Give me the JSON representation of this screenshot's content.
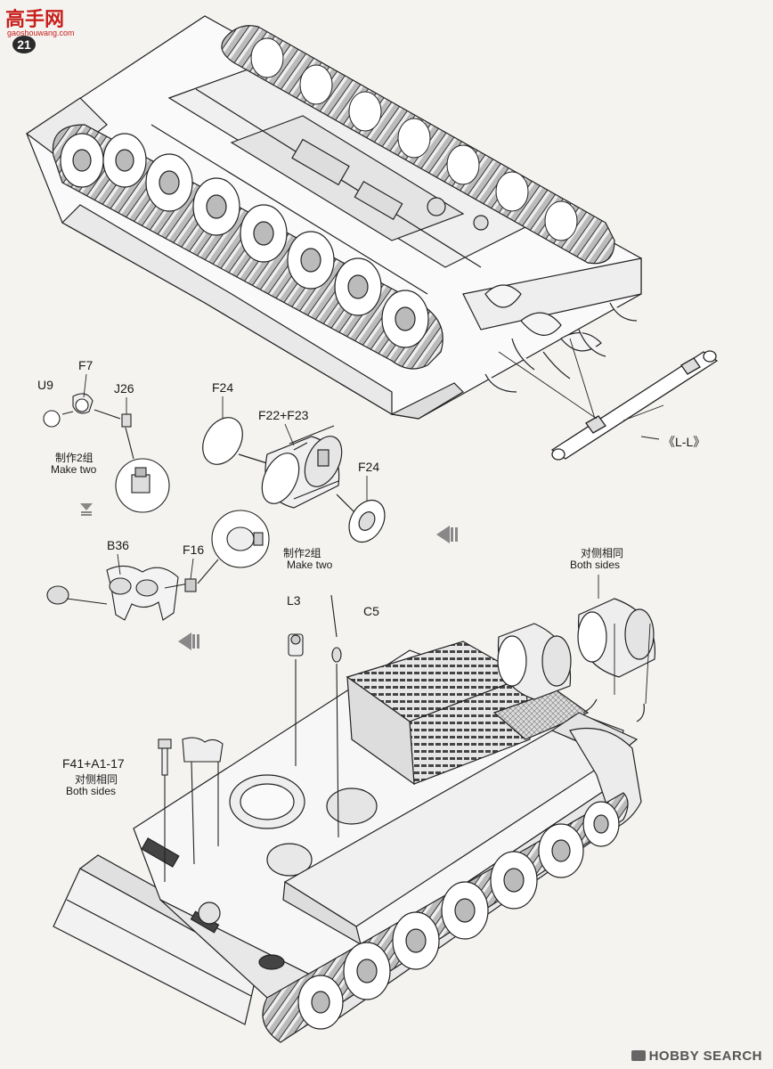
{
  "logo": {
    "chars": "高手网",
    "sub": "gaoshouwang.com",
    "badge": "21"
  },
  "labels": {
    "u9": "U9",
    "f7": "F7",
    "j26": "J26",
    "make_two_cn_1": "制作2组",
    "make_two_en_1": "Make two",
    "f24_top": "F24",
    "f22_f23": "F22+F23",
    "f24_right": "F24",
    "make_two_cn_2": "制作2组",
    "make_two_en_2": "Make two",
    "b36": "B36",
    "f16": "F16",
    "l_l": "《L-L》",
    "both_sides_cn_1": "对侧相同",
    "both_sides_en_1": "Both sides",
    "l3": "L3",
    "c5": "C5",
    "f41_a1_17": "F41+A1-17",
    "both_sides_cn_2": "对侧相同",
    "both_sides_en_2": "Both sides"
  },
  "watermark": "HOBBY SEARCH"
}
